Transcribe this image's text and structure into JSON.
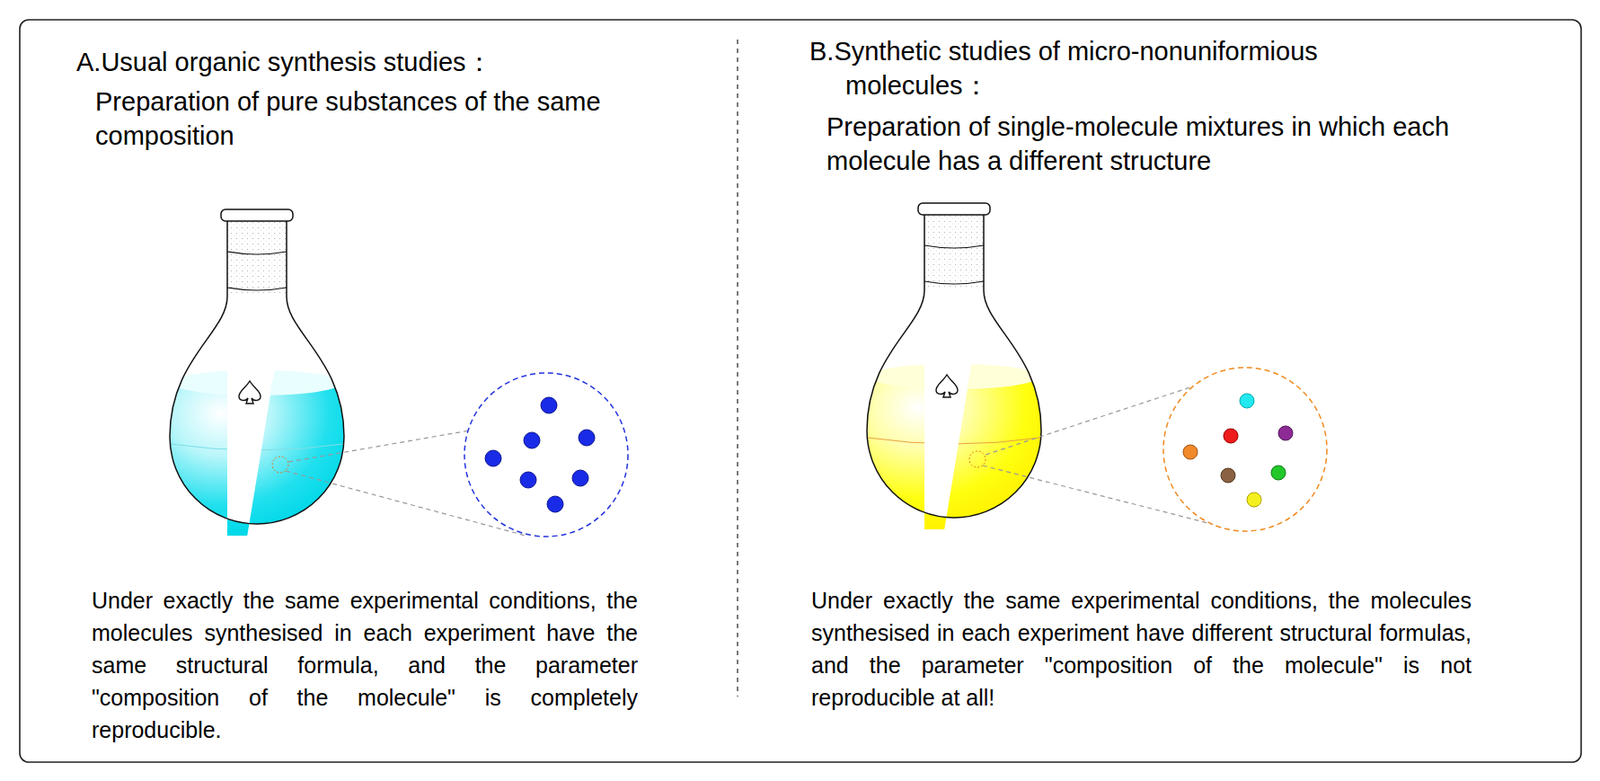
{
  "diagram": {
    "labels": [
      "A.Usual organic synthesis studies：",
      "Preparation of pure substances of the same composition",
      "Under exactly the same experimental conditions, the molecules synthesised in each experiment have the same structural formula, and the parameter \"composition of the molecule\" is completely reproducible.",
      "B.Synthetic studies of micro-nonuniformious molecules：",
      "Preparation of single-molecule mixtures in which each molecule has a different structure",
      "Under exactly the same experimental conditions, the molecules synthesised in each experiment have different structural formulas, and the parameter \"composition of the molecule\" is not reproducible at all!"
    ]
  }
}
